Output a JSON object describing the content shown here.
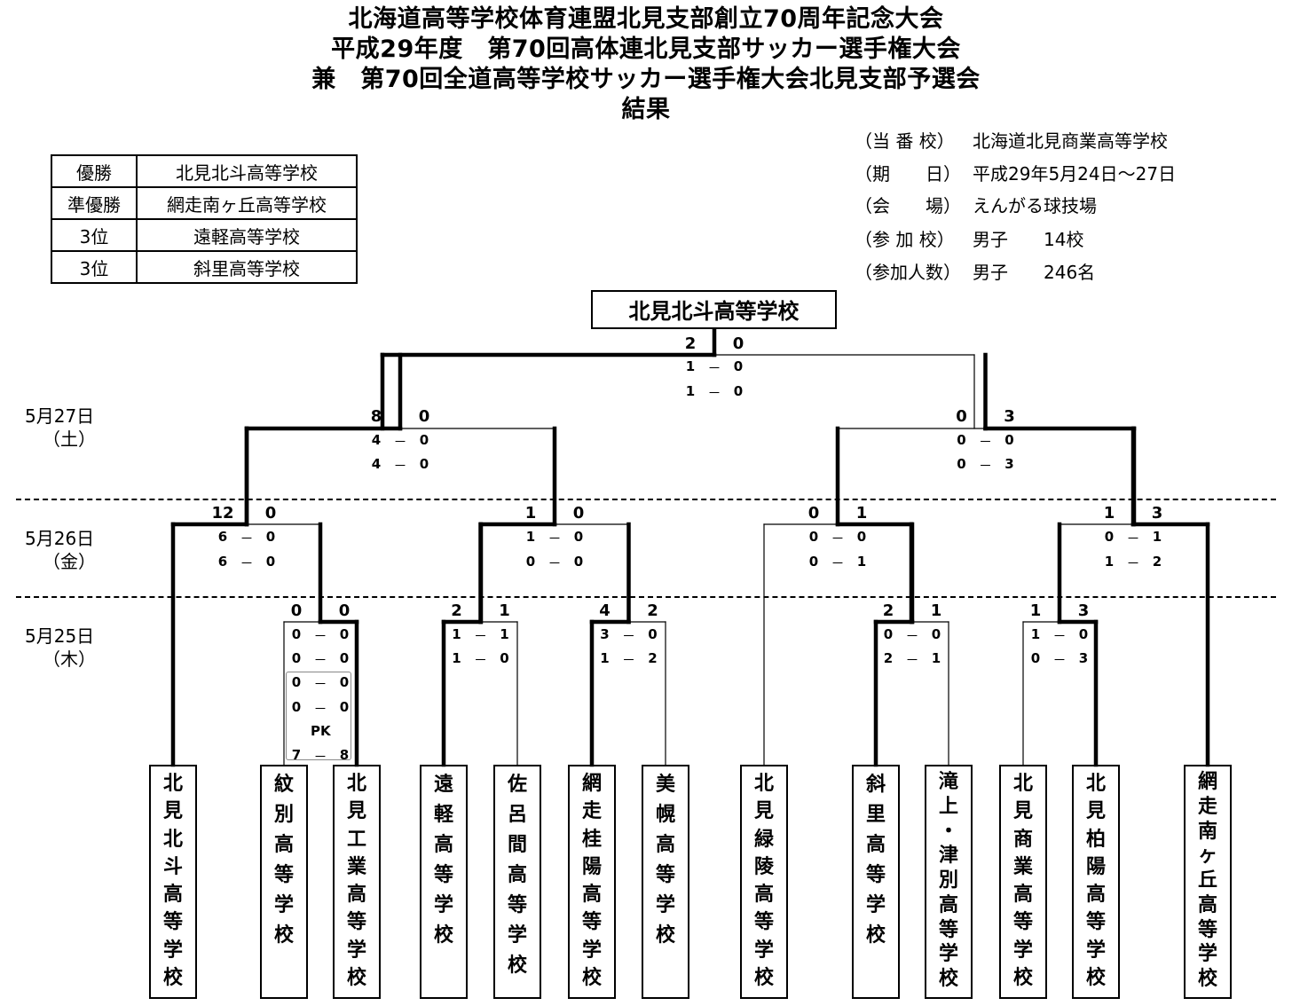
{
  "title": {
    "line1": "北海道高等学校体育連盟北見支部創立70周年記念大会",
    "line2": "平成29年度　第70回高体連北見支部サッカー選手権大会",
    "line3": "兼　第70回全道高等学校サッカー選手権大会北見支部予選会",
    "line4": "結果"
  },
  "results": [
    {
      "rank": "優勝",
      "school": "北見北斗高等学校"
    },
    {
      "rank": "準優勝",
      "school": "網走南ヶ丘高等学校"
    },
    {
      "rank": "3位",
      "school": "遠軽高等学校"
    },
    {
      "rank": "3位",
      "school": "斜里高等学校"
    }
  ],
  "info": [
    {
      "label": "（当 番 校）",
      "value": "北海道北見商業高等学校"
    },
    {
      "label": "（期　　日）",
      "value": "平成29年5月24日～27日"
    },
    {
      "label": "（会　　場）",
      "value": "えんがる球技場"
    },
    {
      "label": "（参 加 校）",
      "value": "男子　　14校"
    },
    {
      "label": "（参加人数）",
      "value": "男子　　246名"
    }
  ],
  "champion": "北見北斗高等学校",
  "dates": [
    {
      "date": "5月27日",
      "day": "（土）"
    },
    {
      "date": "5月26日",
      "day": "（金）"
    },
    {
      "date": "5月25日",
      "day": "（木）"
    }
  ],
  "teams": [
    "北見北斗高等学校",
    "紋別高等学校",
    "北見工業高等学校",
    "遠軽高等学校",
    "佐呂間高等学校",
    "網走桂陽高等学校",
    "美幌高等学校",
    "北見緑陵高等学校",
    "斜里高等学校",
    "滝上・津別高等学校",
    "北見商業高等学校",
    "北見柏陽高等学校",
    "網走南ヶ丘高等学校"
  ],
  "matches": {
    "final": {
      "left": "2",
      "right": "0",
      "h1": [
        "1",
        "0"
      ],
      "h2": [
        "1",
        "0"
      ]
    },
    "sf_left": {
      "left": "8",
      "right": "0",
      "h1": [
        "4",
        "0"
      ],
      "h2": [
        "4",
        "0"
      ]
    },
    "sf_right": {
      "left": "0",
      "right": "3",
      "h1": [
        "0",
        "0"
      ],
      "h2": [
        "0",
        "3"
      ]
    },
    "qf1": {
      "left": "12",
      "right": "0",
      "h1": [
        "6",
        "0"
      ],
      "h2": [
        "6",
        "0"
      ]
    },
    "qf2": {
      "left": "1",
      "right": "0",
      "h1": [
        "1",
        "0"
      ],
      "h2": [
        "0",
        "0"
      ]
    },
    "qf3": {
      "left": "0",
      "right": "1",
      "h1": [
        "0",
        "0"
      ],
      "h2": [
        "0",
        "1"
      ]
    },
    "qf4": {
      "left": "1",
      "right": "3",
      "h1": [
        "0",
        "1"
      ],
      "h2": [
        "1",
        "2"
      ]
    },
    "r1a": {
      "left": "0",
      "right": "0",
      "h1": [
        "0",
        "0"
      ],
      "h2": [
        "0",
        "0"
      ],
      "e1": [
        "0",
        "0"
      ],
      "e2": [
        "0",
        "0"
      ],
      "pk_label": "PK",
      "pk": [
        "7",
        "8"
      ]
    },
    "r1b": {
      "left": "2",
      "right": "1",
      "h1": [
        "1",
        "1"
      ],
      "h2": [
        "1",
        "0"
      ]
    },
    "r1c": {
      "left": "4",
      "right": "2",
      "h1": [
        "3",
        "0"
      ],
      "h2": [
        "1",
        "2"
      ]
    },
    "r1d": {
      "left": "2",
      "right": "1",
      "h1": [
        "0",
        "0"
      ],
      "h2": [
        "2",
        "1"
      ]
    },
    "r1e": {
      "left": "1",
      "right": "3",
      "h1": [
        "1",
        "0"
      ],
      "h2": [
        "0",
        "3"
      ]
    }
  },
  "dash": "－"
}
